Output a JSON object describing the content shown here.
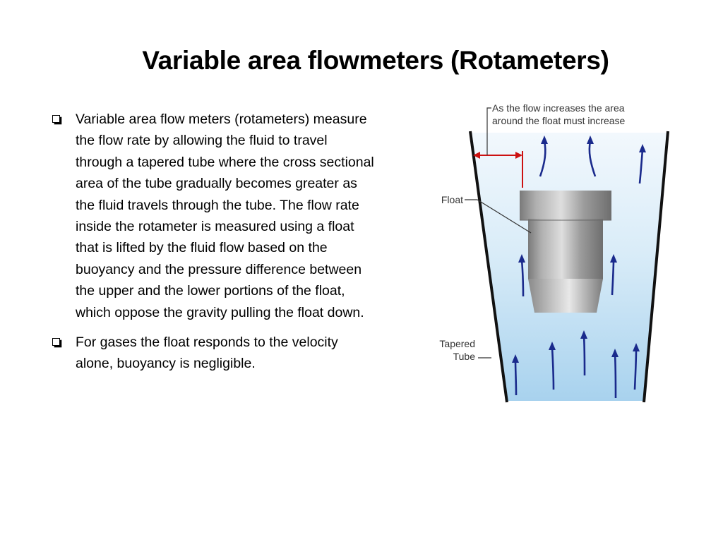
{
  "slide": {
    "title": "Variable area flowmeters (Rotameters)",
    "bullets": [
      "Variable area flow meters (rotameters) measure the flow rate by allowing the fluid to travel through a tapered tube where the cross sectional area of the tube gradually becomes greater as the fluid travels through the tube.  The flow rate inside the rotameter is measured using a float that is lifted by the fluid flow based on the buoyancy and the pressure difference between the upper and the lower portions of the float, which oppose the gravity pulling the float down.",
      "For gases the float responds to the velocity alone, buoyancy is negligible."
    ]
  },
  "diagram": {
    "labels": {
      "area_line1": "As the flow increases the area",
      "area_line2": "around the float must increase",
      "float": "Float",
      "tube_line1": "Tapered",
      "tube_line2": "Tube"
    },
    "colors": {
      "fluid_top": "#eef6fc",
      "fluid_bottom": "#a9d3ef",
      "arrow": "#1a2a8c",
      "dimension": "#cc1111",
      "tube_wall": "#111111"
    }
  }
}
